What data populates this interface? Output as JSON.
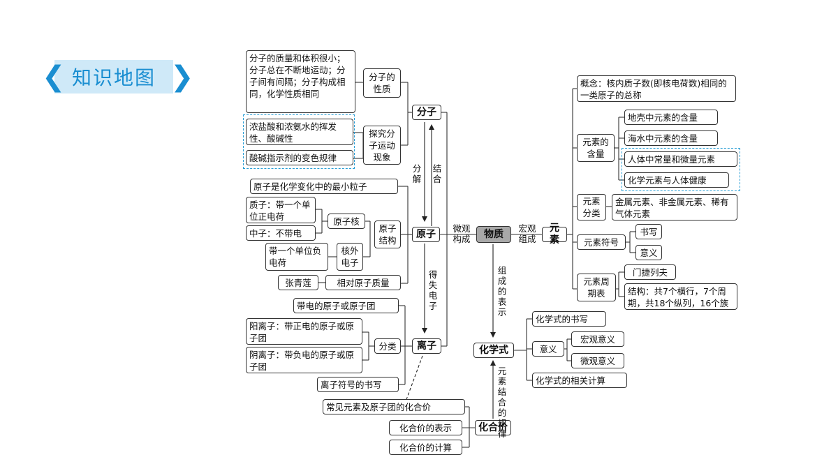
{
  "title": "知识地图",
  "center": "物质",
  "molecule": {
    "name": "分子",
    "prop_label": "分子的性质",
    "prop_text": "分子的质量和体积很小；分子总在不断地运动；分子间有间隔；分子构成相同，化学性质相同",
    "exp_label": "探究分子运动现象",
    "exp_item1": "浓盐酸和浓氨水的挥发性、酸碱性",
    "exp_item2": "酸碱指示剂的变色规律"
  },
  "atom": {
    "name": "原子",
    "smallest": "原子是化学变化中的最小粒子",
    "structure": "原子结构",
    "nucleus": "原子核",
    "proton": "质子：带一个单位正电荷",
    "neutron": "中子：不带电",
    "electron_label": "核外电子",
    "electron": "带一个单位负电荷",
    "scientist": "张青莲",
    "rel_mass": "相对原子质量"
  },
  "ion": {
    "name": "离子",
    "def": "带电的原子或原子团",
    "classify": "分类",
    "cation": "阳离子：带正电的原子或原子团",
    "anion": "阴离子：带负电的原子或原子团",
    "symbol": "离子符号的书写"
  },
  "element": {
    "name": "元素",
    "concept": "概念：核内质子数(即核电荷数)相同的一类原子的总称",
    "content": "元素的含量",
    "crust": "地壳中元素的含量",
    "sea": "海水中元素的含量",
    "body": "人体中常量和微量元素",
    "health": "化学元素与人体健康",
    "classify": "元素分类",
    "classes": "金属元素、非金属元素、稀有气体元素",
    "symbol": "元素符号",
    "writing": "书写",
    "meaning": "意义",
    "table": "元素周期表",
    "mendeleev": "门捷列夫",
    "structure": "结构：共7个横行，7个周期，共18个纵列，16个族"
  },
  "formula": {
    "name": "化学式",
    "writing": "化学式的书写",
    "meaning": "意义",
    "macro": "宏观意义",
    "micro": "微观意义",
    "calc": "化学式的相关计算"
  },
  "valence": {
    "name": "化合价",
    "common": "常见元素及原子团的化合价",
    "expr": "化合价的表示",
    "calc": "化合价的计算"
  },
  "labels": {
    "decompose": "分解",
    "combine": "结合",
    "gain_lose": "得失电子",
    "micro_comp": "微观构成",
    "macro_comp": "宏观组成",
    "represent": "组成的表示",
    "rule": "元素结合的规律"
  }
}
